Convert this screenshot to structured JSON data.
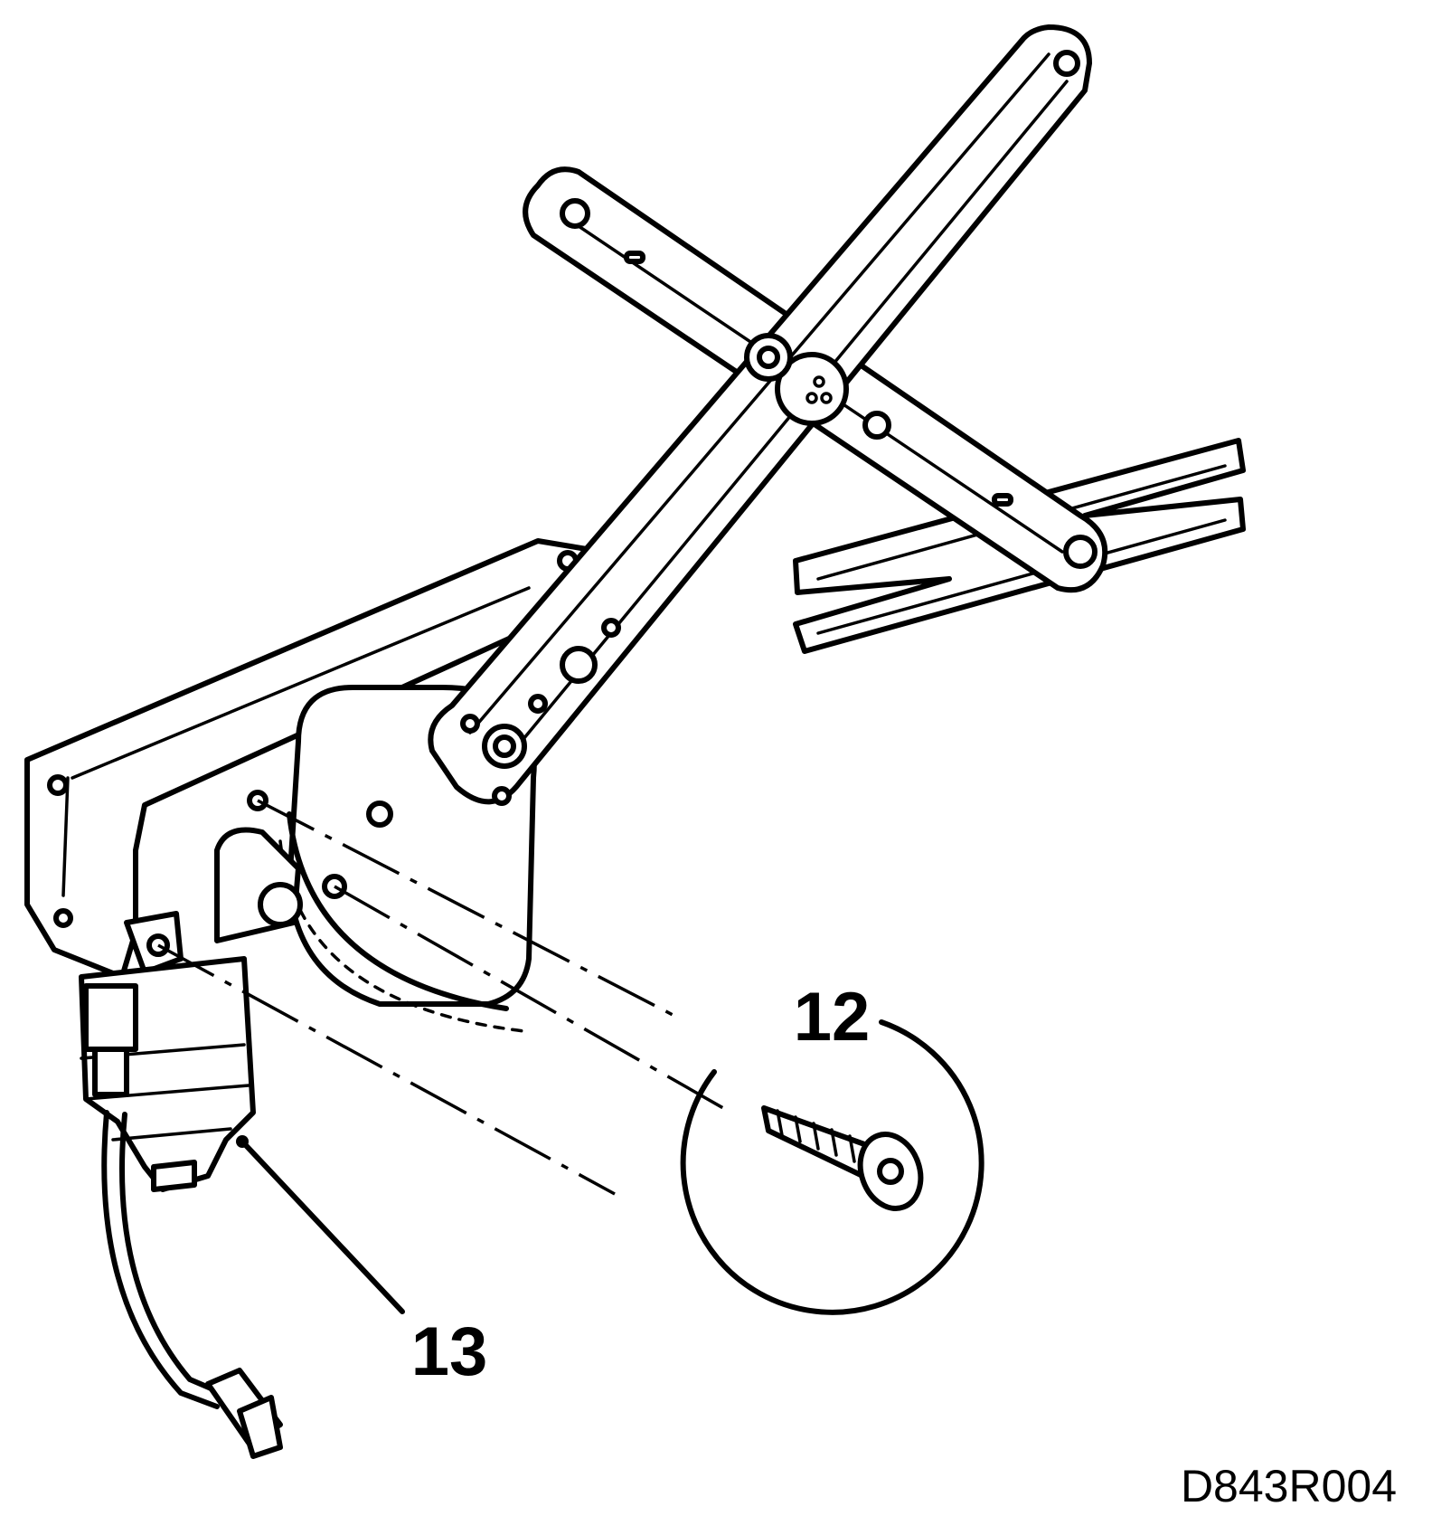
{
  "callouts": [
    {
      "id": "12",
      "label": "12"
    },
    {
      "id": "13",
      "label": "13"
    }
  ],
  "reference_code": "D843R004"
}
